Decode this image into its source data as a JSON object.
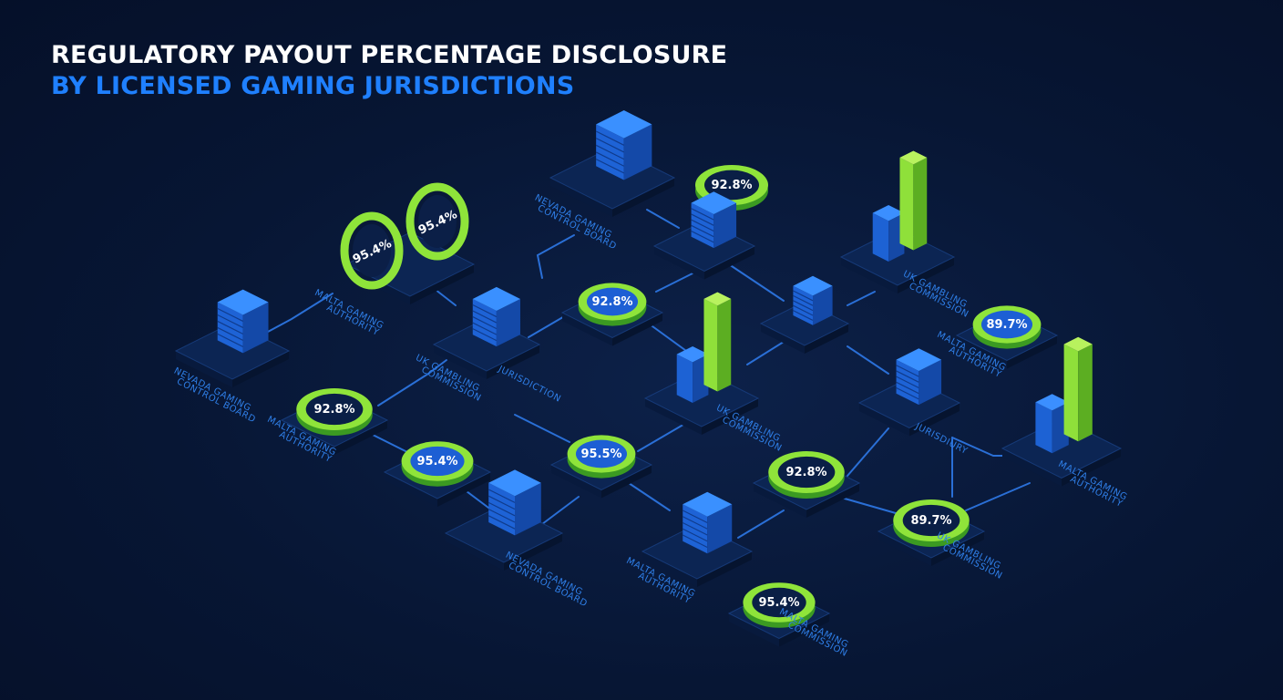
{
  "title": {
    "line1": "REGULATORY PAYOUT PERCENTAGE DISCLOSURE",
    "line2": "BY LICENSED GAMING JURISDICTIONS"
  },
  "colors": {
    "background": "#061331",
    "accent_blue": "#1f80ff",
    "accent_green": "#8fe43a",
    "platform": "#0c2553",
    "line": "#2a6fd6"
  },
  "nodes": [
    {
      "id": "n1",
      "type": "building",
      "labels": [
        "NEVADA GAMING",
        "CONTROL BOARD"
      ]
    },
    {
      "id": "n2",
      "type": "rings",
      "values": [
        "95.4%",
        "95.4%"
      ],
      "labels": [
        "MALTA GAMING",
        "AUTHORITY"
      ]
    },
    {
      "id": "n3",
      "type": "ring",
      "value": "92.8%",
      "labels": [
        "MALTA GAMING",
        "AUTHORITY"
      ]
    },
    {
      "id": "n4",
      "type": "building",
      "labels": [
        "UK GAMBLING",
        "COMMISSION"
      ]
    },
    {
      "id": "n5",
      "type": "label",
      "labels": [
        "JURISDICTION"
      ]
    },
    {
      "id": "n6",
      "type": "gauge",
      "value": "95.4%"
    },
    {
      "id": "n7",
      "type": "building",
      "labels": [
        "NEVADA GAMING",
        "CONTROL BOARD"
      ]
    },
    {
      "id": "n8",
      "type": "building",
      "labels": [
        "NEVADA GAMING",
        "CONTROL BOARD"
      ]
    },
    {
      "id": "n9",
      "type": "ring",
      "value": "92.8%"
    },
    {
      "id": "n10",
      "type": "building"
    },
    {
      "id": "n11",
      "type": "gauge",
      "value": "92.8%"
    },
    {
      "id": "n12",
      "type": "bars",
      "labels": [
        "UK GAMBLING",
        "COMMISSION"
      ]
    },
    {
      "id": "n13",
      "type": "gauge",
      "value": "95.5%"
    },
    {
      "id": "n14",
      "type": "building",
      "labels": [
        "MALTA GAMING",
        "AUTHORITY"
      ]
    },
    {
      "id": "n15",
      "type": "ring",
      "value": "95.4%",
      "labels": [
        "MALTA GAMING",
        "COMMISSION"
      ]
    },
    {
      "id": "n16",
      "type": "building"
    },
    {
      "id": "n17",
      "type": "bars",
      "labels": [
        "UK GAMBLING",
        "COMMISSION"
      ]
    },
    {
      "id": "n18",
      "type": "gauge",
      "value": "89.7%",
      "labels": [
        "MALTA GAMING",
        "AUTHORITY"
      ]
    },
    {
      "id": "n19",
      "type": "building",
      "labels": [
        "JURISDIURY"
      ]
    },
    {
      "id": "n20",
      "type": "ring",
      "value": "92.8%"
    },
    {
      "id": "n21",
      "type": "ring",
      "value": "89.7%",
      "labels": [
        "UK GAMBLING",
        "COMMISSION"
      ]
    },
    {
      "id": "n22",
      "type": "bars",
      "labels": [
        "MALTA GAMING",
        "AUTHORITY"
      ]
    }
  ]
}
